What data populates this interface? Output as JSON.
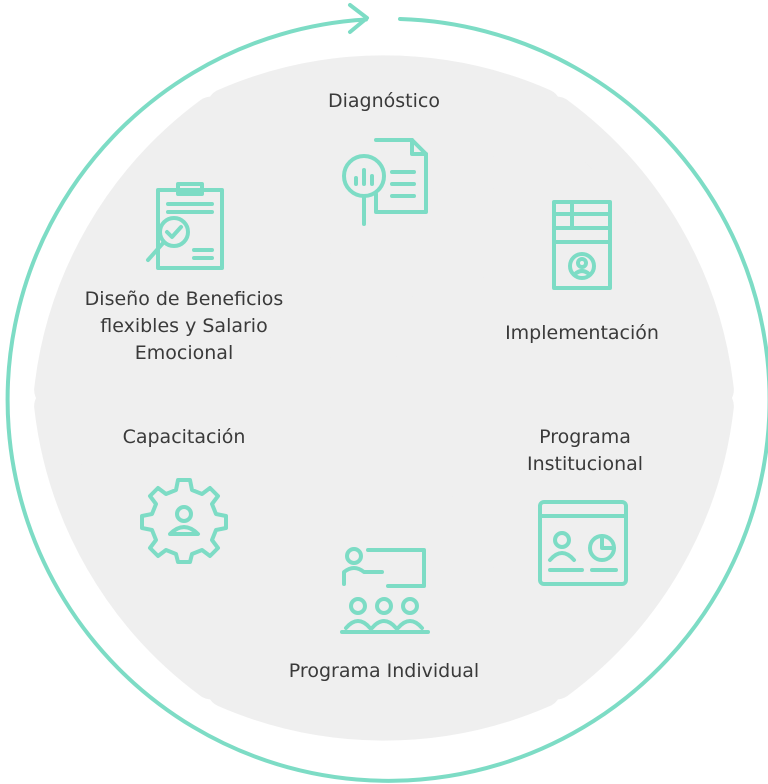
{
  "colors": {
    "accent": "#7ddcc5",
    "segment": "#efefef",
    "text": "#3a3a3a"
  },
  "segments": [
    {
      "label": "Diagnóstico",
      "icon": "document-analysis-icon"
    },
    {
      "label": "Implementación",
      "icon": "server-user-icon"
    },
    {
      "label": "Programa\nInstitucional",
      "icon": "dashboard-user-icon"
    },
    {
      "label": "Programa Individual",
      "icon": "presentation-group-icon"
    },
    {
      "label": "Capacitación",
      "icon": "gear-user-icon"
    },
    {
      "label": "Diseño de Beneficios\nflexibles y Salario\nEmocional",
      "icon": "clipboard-check-icon"
    }
  ]
}
